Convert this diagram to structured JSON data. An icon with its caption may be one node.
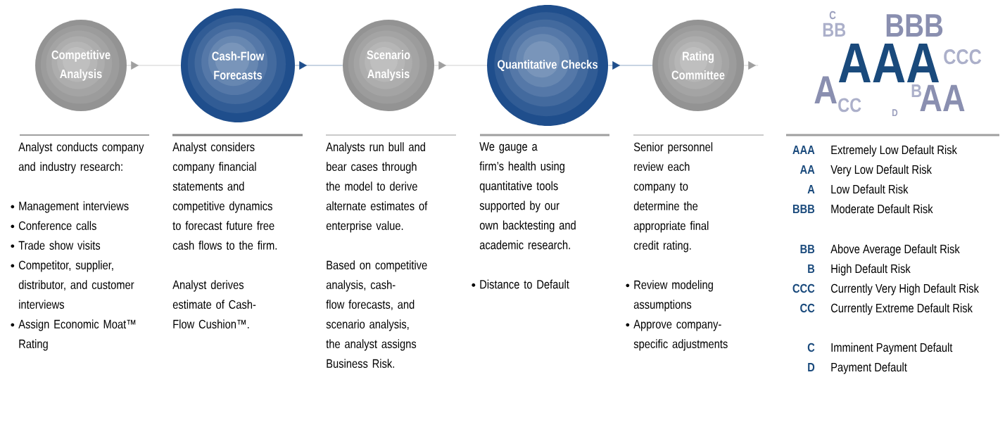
{
  "diagram": {
    "nodes": [
      {
        "text": [
          "Competitive Analysis"
        ],
        "beside": [
          "Analyst conducts company and industry research:",
          "Management interviews",
          "Conference calls",
          "Trade show visits",
          "Competitor, supplier, distributor, and customer interviews",
          "Assign Economic Moat™ Rating"
        ]
      },
      {
        "text": [
          "Cash-Flow Forecasts"
        ],
        "beside": [
          "Analyst considers company financial statements and competitive dynamics to forecast future free cash flows to the firm.",
          "Analyst derives estimate of Cash-Flow Cushion™."
        ]
      },
      {
        "text": [
          "Scenario Analysis"
        ],
        "beside": [
          "Analysts run bull and bear cases through the model to derive alternate estimates of enterprise value.",
          "Based on competitive analysis, cash-flow forecasts, and scenario analysis, the analyst assigns Business Risk."
        ]
      },
      {
        "text": [
          "Quantitative Checks"
        ],
        "beside": [
          "We gauge a firm’s health using quantitative tools supported by our own backtesting and academic research.",
          "Distance to Default"
        ]
      },
      {
        "text": [
          "Rating Committee"
        ],
        "beside": [
          "Senior personnel review each company to determine the appropriate final credit rating.",
          "Review modeling assumptions",
          "Approve company-specific adjustments"
        ]
      }
    ],
    "edges": [
      {
        "from": 0,
        "to": 1,
        "arrow": "to"
      },
      {
        "from": 1,
        "to": 2,
        "arrow": "to",
        "color": "#1f4e8c"
      },
      {
        "from": 2,
        "to": 3,
        "arrow": "to"
      },
      {
        "from": 3,
        "to": 4,
        "arrow": "to",
        "color": "#1f4e8c"
      },
      {
        "from": 4,
        "to": null,
        "arrow": "to"
      }
    ],
    "labels": [
      "C",
      "BB",
      "BBB",
      "AAA",
      "CCC",
      "A",
      "CC",
      "B",
      "AA",
      "D",
      "AAA",
      "Extremely Low Default Risk",
      "AA",
      "Very Low Default Risk",
      "A",
      "Low Default Risk",
      "BBB",
      "Moderate Default Risk",
      "BB",
      "Above Average Default Risk",
      "B",
      "High Default Risk",
      "CCC",
      "Currently Very High Default Risk",
      "CC",
      "Currently Extreme Default Risk",
      "C",
      "Imminent Payment Default",
      "D",
      "Payment Default"
    ]
  }
}
